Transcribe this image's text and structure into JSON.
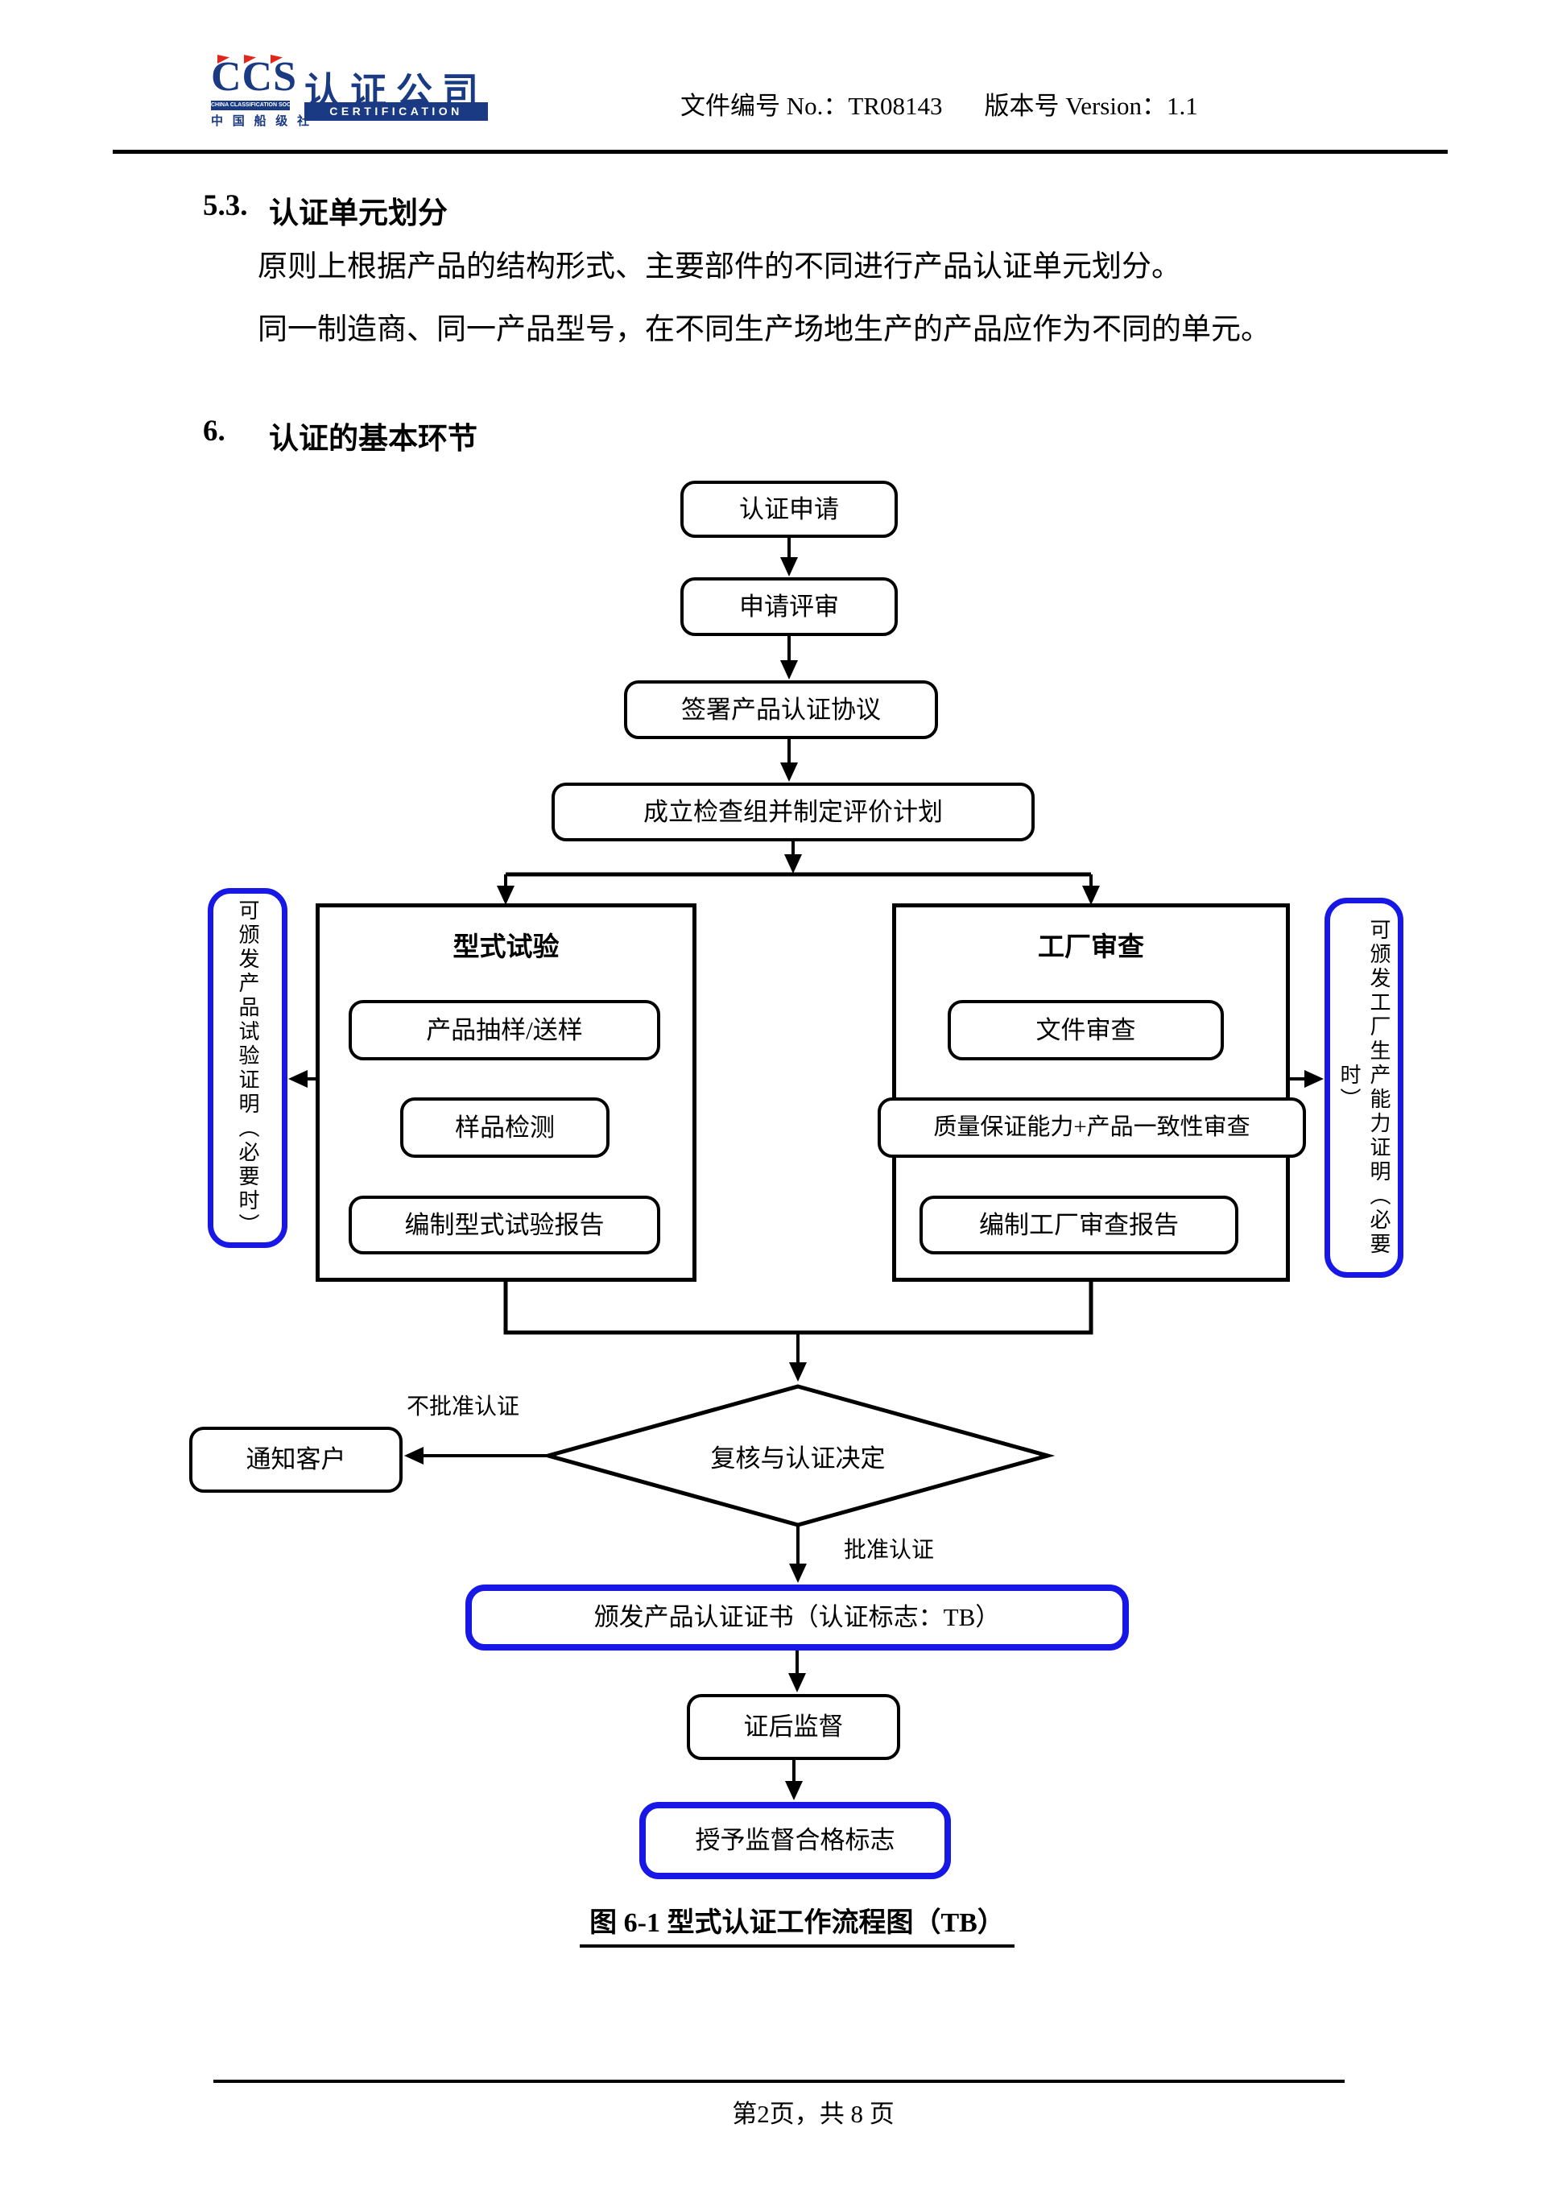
{
  "colors": {
    "blue": "#1717e6",
    "navy": "#1a3a84",
    "red": "#e3261d"
  },
  "header": {
    "logo": {
      "ccs": "CCS",
      "society_en": "CHINA CLASSIFICATION SOCIETY",
      "society_cn": "中 国 船 级 社",
      "company_cn": "认证公司",
      "company_en": "CERTIFICATION"
    },
    "doc_no": "文件编号 No.：TR08143",
    "version": "版本号 Version：1.1"
  },
  "sections": {
    "s53": {
      "num": "5.3.",
      "title": "认证单元划分",
      "para1": "原则上根据产品的结构形式、主要部件的不同进行产品认证单元划分。",
      "para2": "同一制造商、同一产品型号，在不同生产场地生产的产品应作为不同的单元。"
    },
    "s6": {
      "num": "6.",
      "title": "认证的基本环节"
    }
  },
  "flowchart": {
    "nodes": {
      "apply": "认证申请",
      "review": "申请评审",
      "sign": "签署产品认证协议",
      "team": "成立检查组并制定评价计划",
      "type_test_title": "型式试验",
      "sampling": "产品抽样/送样",
      "sample_test": "样品检测",
      "type_report": "编制型式试验报告",
      "factory_title": "工厂审查",
      "doc_review": "文件审查",
      "qa_review": "质量保证能力+产品一致性审查",
      "factory_report": "编制工厂审查报告",
      "left_note": "可颁发产品试验证明（必要时）",
      "right_note": "可颁发工厂生产能力证明（必要时）",
      "decision": "复核与认证决定",
      "notify": "通知客户",
      "certificate": "颁发产品认证证书（认证标志：TB）",
      "post_supervision": "证后监督",
      "grant_mark": "授予监督合格标志"
    },
    "labels": {
      "reject": "不批准认证",
      "approve": "批准认证"
    },
    "caption": "图 6-1 型式认证工作流程图（TB）"
  },
  "footer": {
    "page": "第2页，共 8 页"
  }
}
